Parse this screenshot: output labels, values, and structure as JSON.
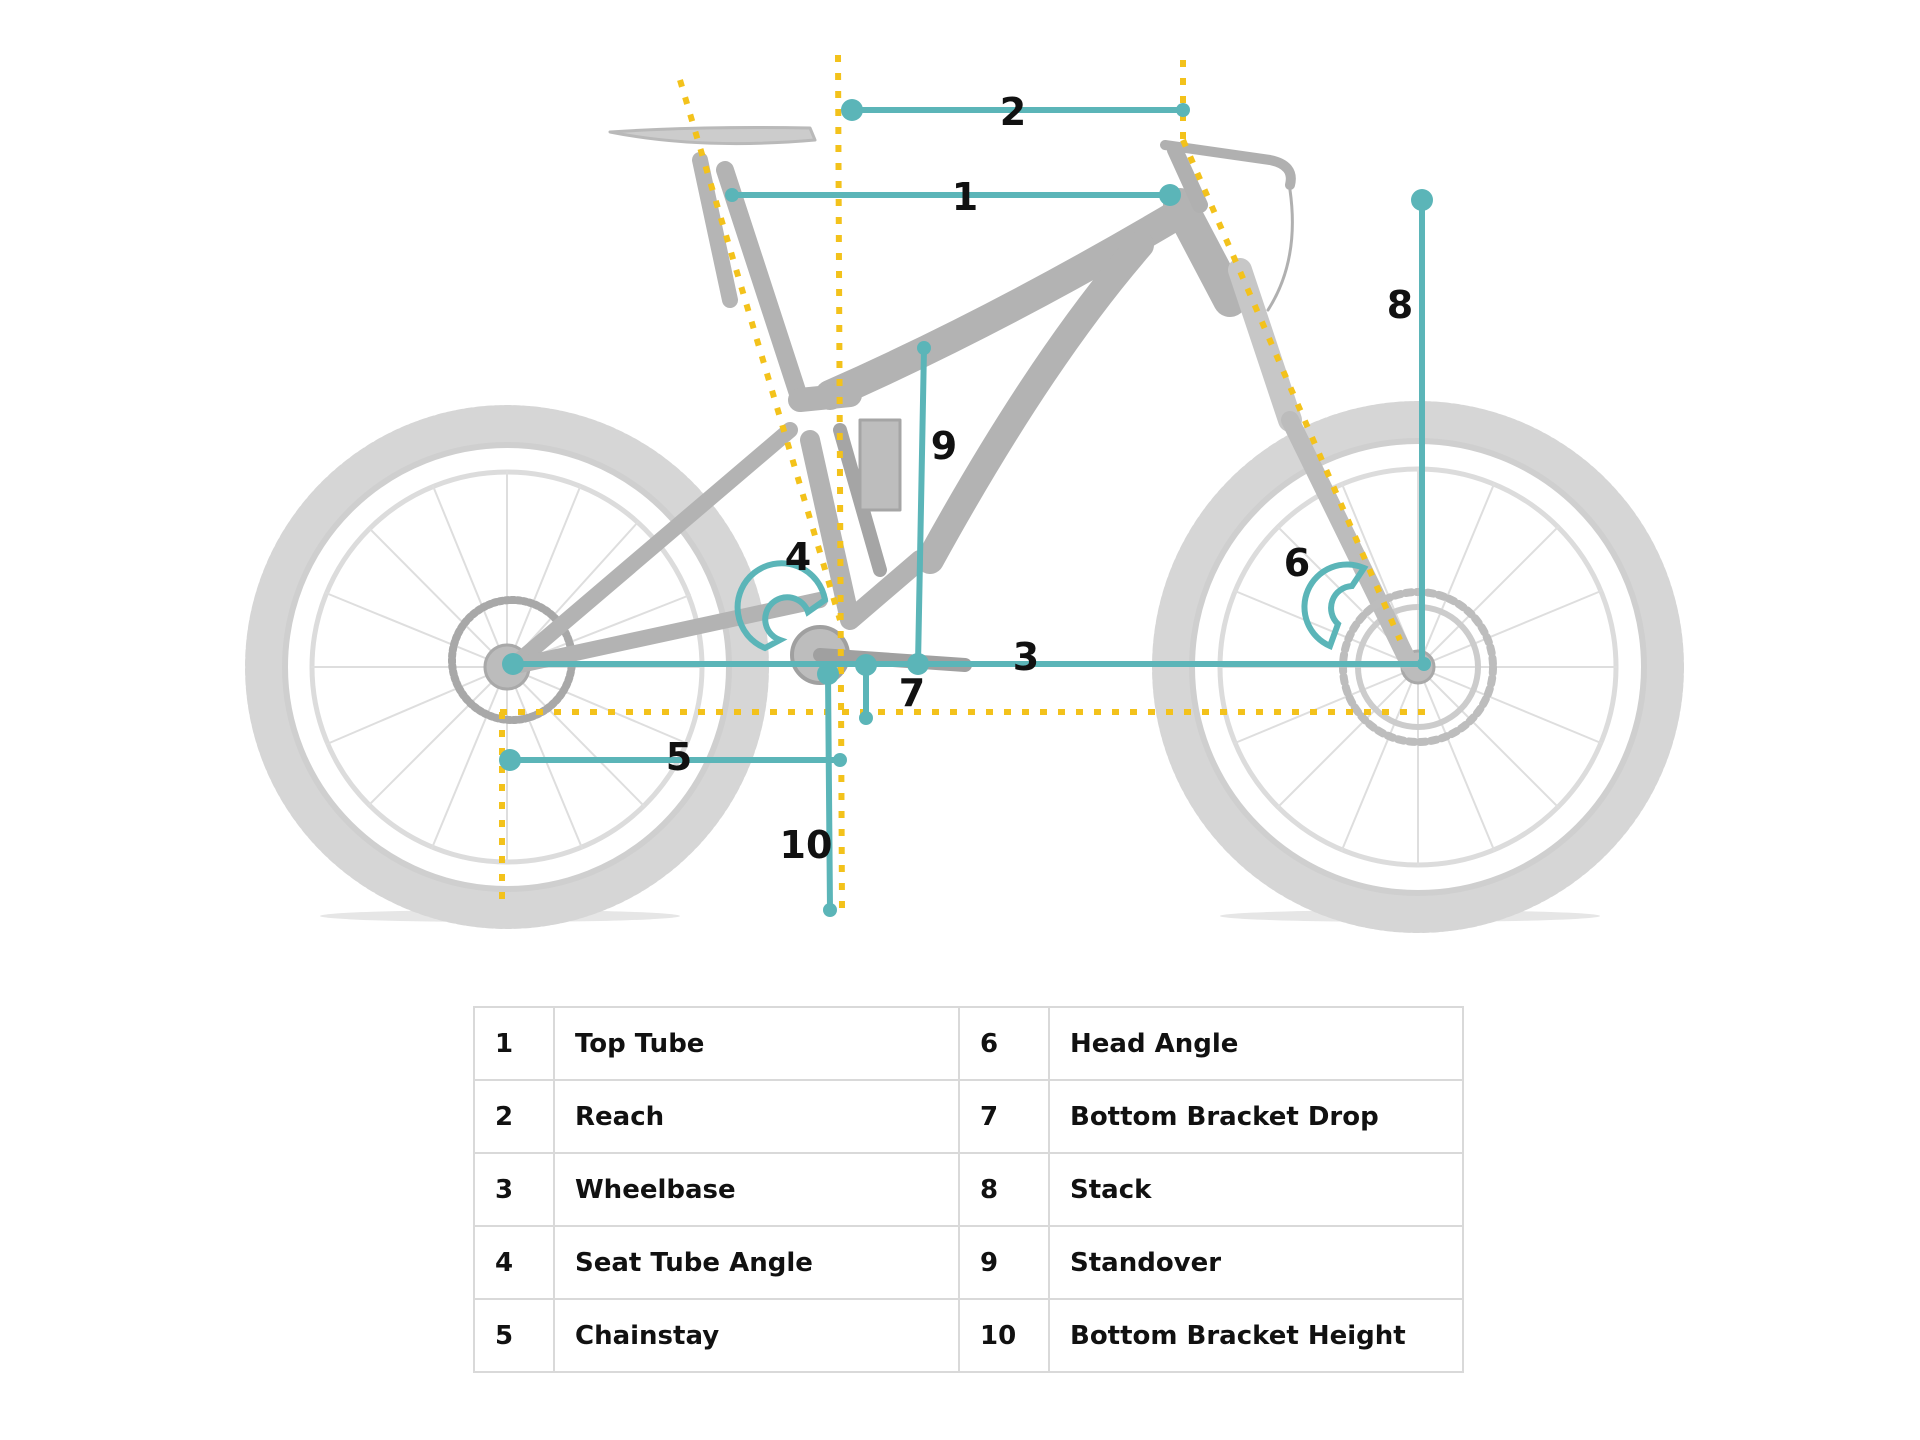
{
  "colors": {
    "measure": "#5bb5b8",
    "guide": "#f3c21b",
    "bike": "#c9c9c9",
    "bike_dark": "#a9a9a9"
  },
  "markers": [
    {
      "id": "1",
      "label": "1"
    },
    {
      "id": "2",
      "label": "2"
    },
    {
      "id": "3",
      "label": "3"
    },
    {
      "id": "4",
      "label": "4"
    },
    {
      "id": "5",
      "label": "5"
    },
    {
      "id": "6",
      "label": "6"
    },
    {
      "id": "7",
      "label": "7"
    },
    {
      "id": "8",
      "label": "8"
    },
    {
      "id": "9",
      "label": "9"
    },
    {
      "id": "10",
      "label": "10"
    }
  ],
  "legend": {
    "rows": [
      {
        "left_num": "1",
        "left_label": "Top Tube",
        "right_num": "6",
        "right_label": "Head Angle"
      },
      {
        "left_num": "2",
        "left_label": "Reach",
        "right_num": "7",
        "right_label": "Bottom Bracket Drop"
      },
      {
        "left_num": "3",
        "left_label": "Wheelbase",
        "right_num": "8",
        "right_label": "Stack"
      },
      {
        "left_num": "4",
        "left_label": "Seat Tube Angle",
        "right_num": "9",
        "right_label": "Standover"
      },
      {
        "left_num": "5",
        "left_label": "Chainstay",
        "right_num": "10",
        "right_label": "Bottom Bracket Height"
      }
    ]
  }
}
